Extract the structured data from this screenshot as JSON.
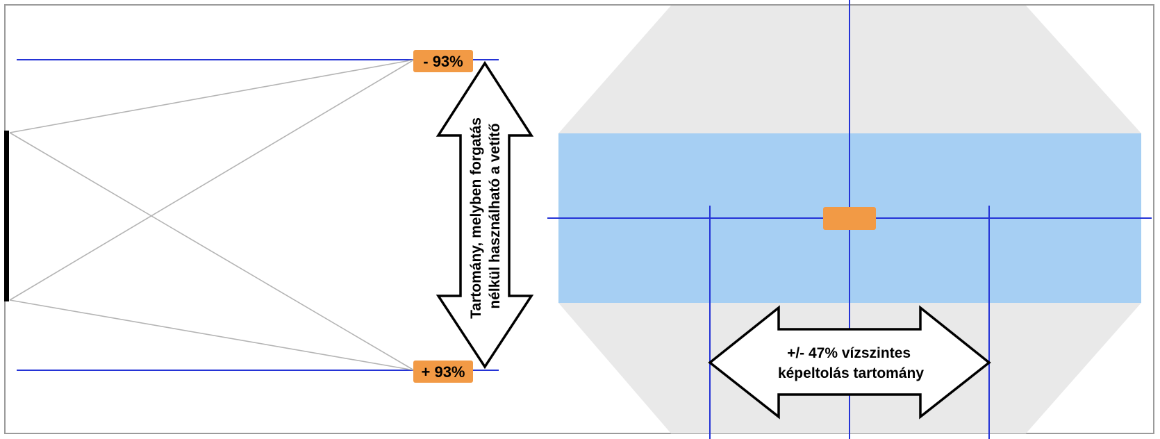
{
  "colors": {
    "frame": "#9a9a9a",
    "guide_line": "#2433d6",
    "light_ray": "#b4b4b4",
    "screen_bar": "#000000",
    "badge": "#f29a45",
    "badge_text": "#000000",
    "range_zone": "#a6cff3",
    "octagon": "#e9e9e9",
    "arrow_fill": "#ffffff",
    "arrow_stroke": "#000000"
  },
  "left_panel": {
    "badge_top": "- 93%",
    "badge_bottom": "+ 93%",
    "vertical_arrow": {
      "line1": "Tartomány, melyben forgatás",
      "line2": "nélkül használható a vetítő"
    }
  },
  "right_panel": {
    "center_marker_icon": "projector-lens-marker",
    "horizontal_arrow": {
      "line1": "+/- 47% vízszintes",
      "line2": "képeltolás tartomány"
    }
  }
}
